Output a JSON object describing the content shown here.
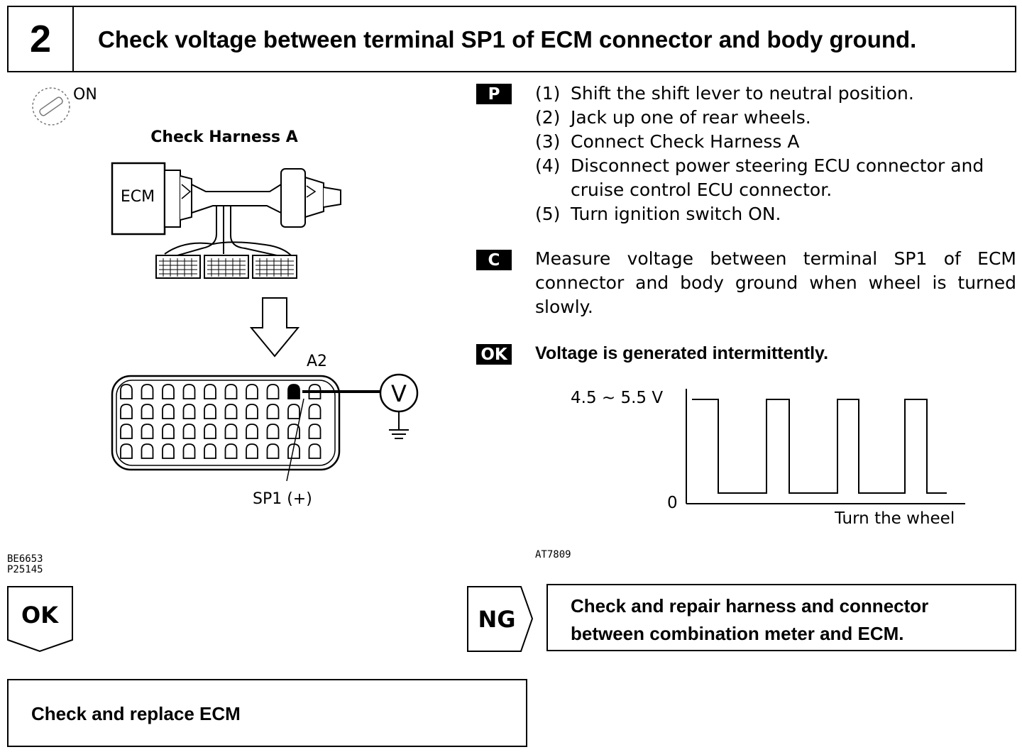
{
  "header": {
    "step_number": "2",
    "title": "Check voltage between terminal SP1 of ECM connector and body ground."
  },
  "diagram": {
    "ignition_label": "ON",
    "harness_title": "Check Harness A",
    "ecm_label": "ECM",
    "terminal_label": "A2",
    "voltmeter_symbol": "V",
    "sp1_label": "SP1 (+)",
    "codes": [
      "BE6653",
      "P25145"
    ]
  },
  "procedure": {
    "badge": "P",
    "steps": [
      {
        "num": "(1)",
        "text": "Shift the shift lever to neutral position."
      },
      {
        "num": "(2)",
        "text": "Jack up one of rear wheels."
      },
      {
        "num": "(3)",
        "text": "Connect Check Harness A"
      },
      {
        "num": "(4)",
        "text": "Disconnect power steering ECU connector and",
        "continuation": "cruise control ECU connector."
      },
      {
        "num": "(5)",
        "text": "Turn ignition switch ON."
      }
    ]
  },
  "check": {
    "badge": "C",
    "text": "Measure voltage between terminal SP1 of ECM connector and body ground when wheel is turned slowly."
  },
  "ok_spec": {
    "badge": "OK",
    "text": "Voltage is generated intermittently."
  },
  "waveform": {
    "y_high_label": "4.5 ~ 5.5 V",
    "y_low_label": "0",
    "x_label": "Turn the wheel",
    "code": "AT7809"
  },
  "flow": {
    "ok_label": "OK",
    "ok_result": "Check and replace ECM",
    "ng_label": "NG",
    "ng_result": "Check and repair harness and connector between combination meter and ECM."
  }
}
